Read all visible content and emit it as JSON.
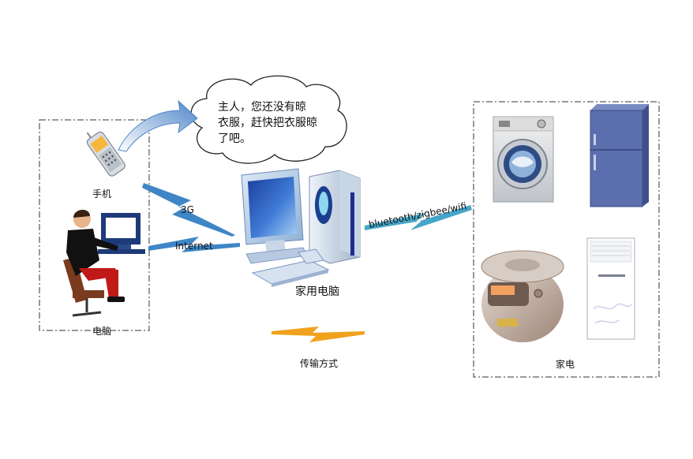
{
  "bubble": {
    "line1": "主人，您还没有晾",
    "line2": "衣服，赶快把衣服晾",
    "line3": "了吧。"
  },
  "labels": {
    "phone": "手机",
    "pc_user": "电脑",
    "home_pc": "家用电脑",
    "appliances": "家电",
    "transmission": "传输方式",
    "link_3g": "3G",
    "link_internet": "Internet",
    "link_wireless": "bluetooth/zigbee/wifi"
  },
  "colors": {
    "bolt_blue": "#3f86c6",
    "bolt_orange": "#f0a21e",
    "arrow_blue": "#6a9ed4",
    "fridge": "#5b6fae"
  }
}
